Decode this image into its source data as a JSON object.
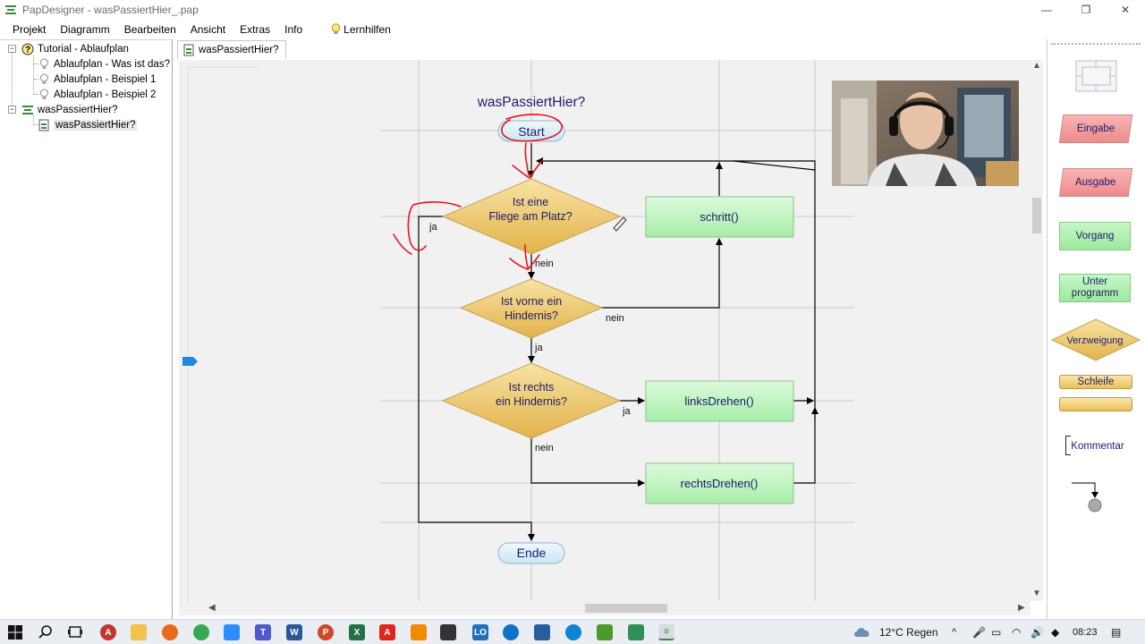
{
  "window": {
    "title": "PapDesigner - wasPassiertHier_.pap",
    "controls": {
      "minimize": "—",
      "restore": "❐",
      "close": "✕"
    }
  },
  "menu": {
    "items": [
      "Projekt",
      "Diagramm",
      "Bearbeiten",
      "Ansicht",
      "Extras",
      "Info"
    ],
    "lernhilfen": "Lernhilfen"
  },
  "tree": {
    "root": "Tutorial - Ablaufplan",
    "children": [
      "Ablaufplan - Was ist das?",
      "Ablaufplan - Beispiel 1",
      "Ablaufplan - Beispiel 2"
    ],
    "project": "wasPassiertHier?",
    "project_child": "wasPassiertHier?"
  },
  "tab": {
    "label": "wasPassiertHier?"
  },
  "diagram": {
    "title": "wasPassiertHier?",
    "start": "Start",
    "end": "Ende",
    "decision1": [
      "Ist eine",
      "Fliege am Platz?"
    ],
    "decision2": [
      "Ist vorne ein",
      "Hindernis?"
    ],
    "decision3": [
      "Ist rechts",
      "ein Hindernis?"
    ],
    "action_schritt": "schritt()",
    "action_links": "linksDrehen()",
    "action_rechts": "rechtsDrehen()",
    "label_ja": "ja",
    "label_nein": "nein"
  },
  "palette": {
    "eingabe": "Eingabe",
    "ausgabe": "Ausgabe",
    "vorgang": "Vorgang",
    "unterprogramm": "Unter\nprogramm",
    "verzweigung": "Verzweigung",
    "schleife": "Schleife",
    "kommentar": "Kommentar"
  },
  "taskbar": {
    "weather": "12°C  Regen",
    "time": "08:23",
    "apps": [
      "windows-start",
      "search",
      "task-view",
      "app-a",
      "file-explorer",
      "firefox",
      "chrome",
      "zoom",
      "teams",
      "word",
      "powerpoint",
      "excel",
      "acrobat",
      "vlc",
      "inkscape",
      "lo-draw",
      "sync",
      "screenshot",
      "edge",
      "greenfoot",
      "notepad",
      "papdesigner"
    ]
  },
  "colors": {
    "decision_fill": "#eec665",
    "action_fill": "#c2f4c2",
    "terminal_fill": "#dff0f7",
    "text_navy": "#1b1b6b",
    "annotation_red": "#e4141e",
    "marker_blue": "#1e88e5"
  }
}
